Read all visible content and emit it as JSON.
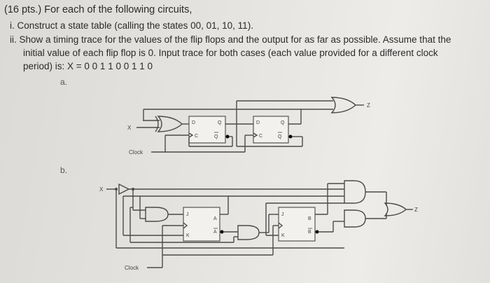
{
  "problem": {
    "header": "(16 pts.) For each of the following circuits,",
    "item1": "i.  Construct a state table (calling the states 00, 01, 10, 11).",
    "item2_line1": "ii.  Show a timing trace for the values of the flip flops and the output for as far as possible. Assume that the",
    "item2_line2": "initial value of each flip flop is 0. Input trace for both cases (each value provided for a different clock",
    "item2_line3": "period) is: X = 0 0 1 1 0 0 1 1 0",
    "part_a": "a.",
    "part_b": "b."
  },
  "circuit_a": {
    "input": "X",
    "clock": "Clock",
    "output": "Z",
    "ff1_d": "D",
    "ff1_q": "Q",
    "ff1_c": "C",
    "ff1_qbar": "Q",
    "ff2_d": "D",
    "ff2_q": "Q",
    "ff2_c": "C",
    "ff2_qbar": "Q"
  },
  "circuit_b": {
    "input": "X",
    "clock": "Clock",
    "output": "Z",
    "ffA_j": "J",
    "ffA_k": "K",
    "ffA_q": "A",
    "ffA_qbar": "A",
    "ffB_j": "J",
    "ffB_k": "K",
    "ffB_q": "B",
    "ffB_qbar": "B"
  }
}
